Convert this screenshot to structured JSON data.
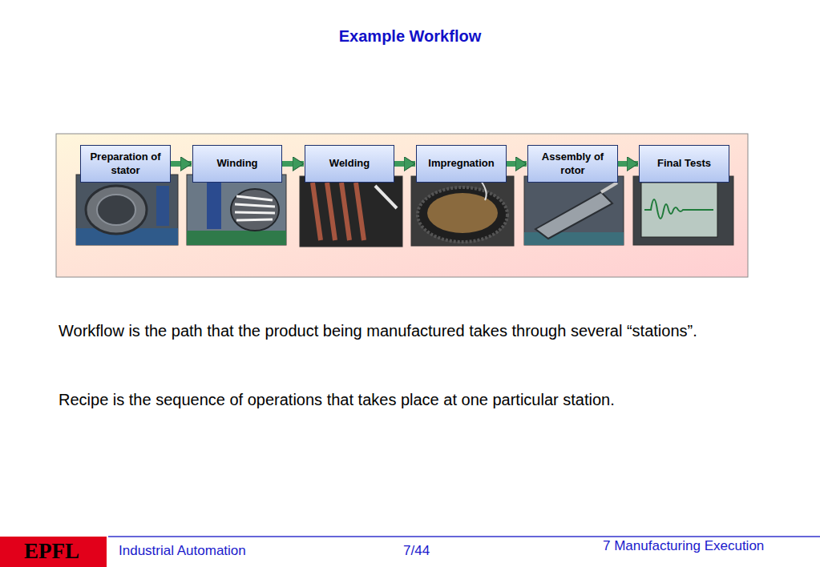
{
  "diagram": {
    "title": "Example Workflow",
    "nodes": [
      {
        "text": [
          "Preparation of stator"
        ]
      },
      {
        "text": [
          "Winding"
        ]
      },
      {
        "text": [
          "Welding"
        ]
      },
      {
        "text": [
          "Impregnation"
        ]
      },
      {
        "text": [
          "Assembly of rotor"
        ]
      },
      {
        "text": [
          "Final Tests"
        ]
      }
    ],
    "edges": [
      {
        "from": 0,
        "to": 1,
        "arrow": "to"
      },
      {
        "from": 1,
        "to": 2,
        "arrow": "to"
      },
      {
        "from": 2,
        "to": 3,
        "arrow": "to"
      },
      {
        "from": 3,
        "to": 4,
        "arrow": "to"
      },
      {
        "from": 4,
        "to": 5,
        "arrow": "to"
      }
    ],
    "labels": [
      "Workflow is the path that the product being manufactured takes through several “stations”.",
      "Recipe is the sequence of operations that takes place at one particular station.",
      "EPFL",
      "Industrial Automation",
      "7/44",
      "7 Manufacturing Execution"
    ]
  }
}
